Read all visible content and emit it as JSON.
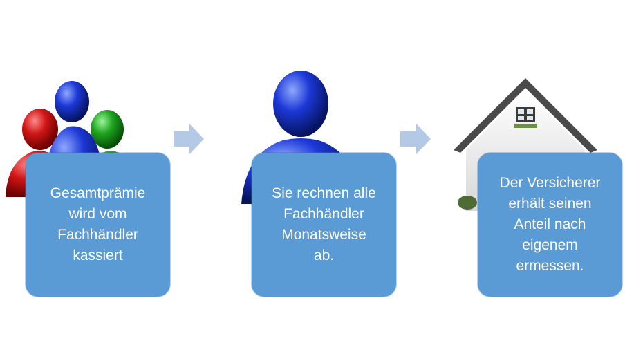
{
  "colors": {
    "box_fill": "#5b9bd5",
    "arrow_fill": "#b4c9e6",
    "text": "#ffffff"
  },
  "steps": [
    {
      "icon": "users-group-icon",
      "text": "Gesamtprämie\nwird vom\nFachhändler\nkassiert"
    },
    {
      "icon": "user-icon",
      "text": "Sie rechnen  alle\nFachhändler\nMonatsweise\nab."
    },
    {
      "icon": "house-icon",
      "text": "Der Versicherer\nerhält seinen\nAnteil nach\neigenem\nermessen."
    }
  ],
  "connectors": [
    {
      "icon": "arrow-right-icon"
    },
    {
      "icon": "arrow-right-icon"
    }
  ]
}
